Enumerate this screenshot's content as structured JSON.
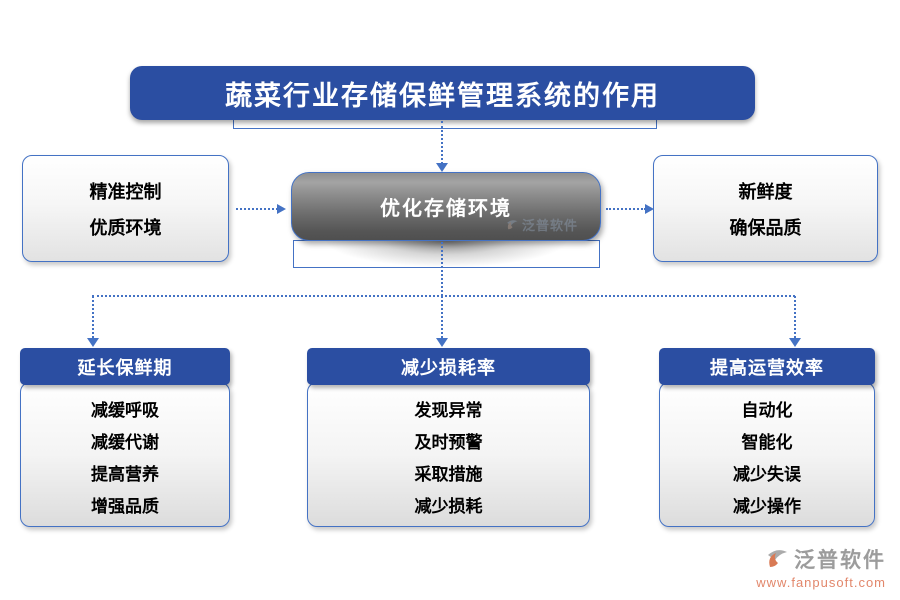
{
  "title": "蔬菜行业存储保鲜管理系统的作用",
  "center_node": {
    "label": "优化存储环境",
    "watermark_text": "泛普软件"
  },
  "left_box": {
    "line1": "精准控制",
    "line2": "优质环境"
  },
  "right_box": {
    "line1": "新鲜度",
    "line2": "确保品质"
  },
  "columns": [
    {
      "header": "延长保鲜期",
      "items": [
        "减缓呼吸",
        "减缓代谢",
        "提高营养",
        "增强品质"
      ]
    },
    {
      "header": "减少损耗率",
      "items": [
        "发现异常",
        "及时预警",
        "采取措施",
        "减少损耗"
      ]
    },
    {
      "header": "提高运营效率",
      "items": [
        "自动化",
        "智能化",
        "减少失误",
        "减少操作"
      ]
    }
  ],
  "footer": {
    "brand": "泛普软件",
    "url": "www.fanpusoft.com"
  },
  "colors": {
    "header_blue": "#2B4EA2",
    "connector_blue": "#4472C4",
    "box_border_blue": "#4472C4",
    "gray_node_top": "#A4A4A4",
    "gray_node_bottom": "#4F4F4F",
    "brand_gray": "#9C9C9C",
    "brand_orange": "#E2876B"
  }
}
